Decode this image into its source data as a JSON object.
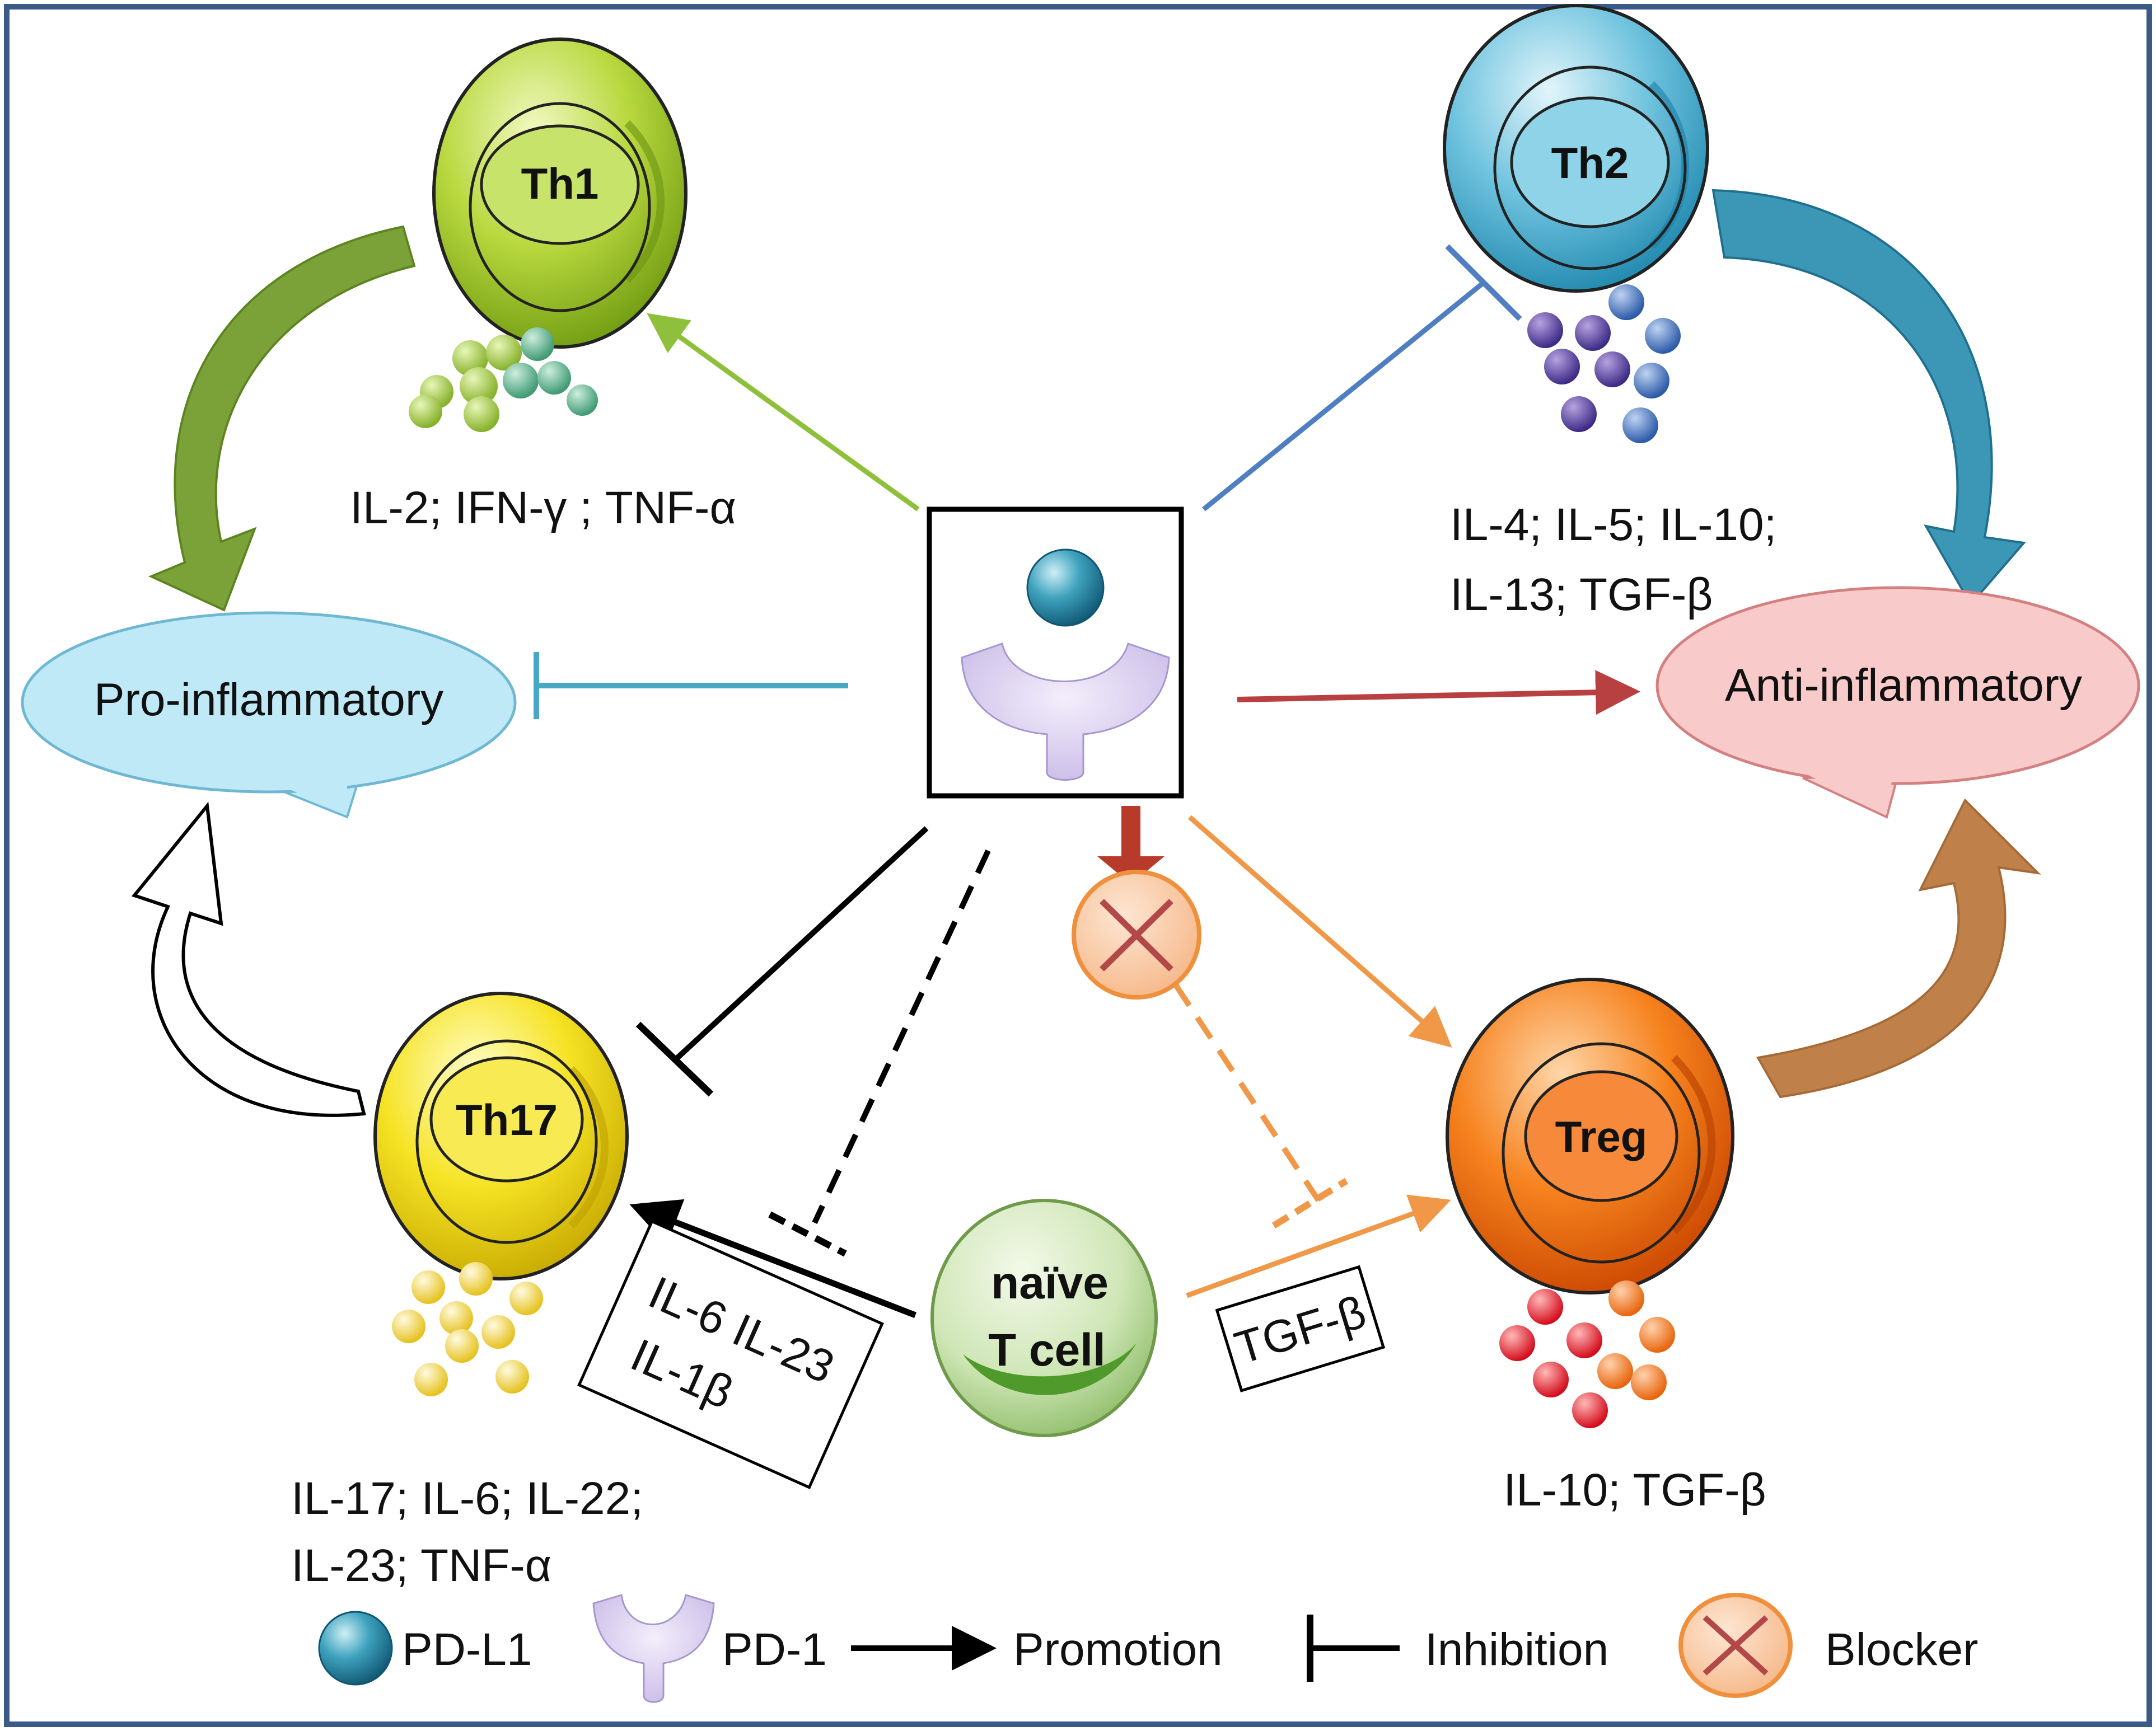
{
  "cells": {
    "th1": {
      "label": "Th1",
      "cytokines": "IL-2; IFN-γ ; TNF-α"
    },
    "th2": {
      "label": "Th2",
      "cytokines_line1": "IL-4; IL-5; IL-10;",
      "cytokines_line2": "IL-13; TGF-β"
    },
    "th17": {
      "label": "Th17",
      "cytokines_line1": "IL-17; IL-6; IL-22;",
      "cytokines_line2": "IL-23; TNF-α"
    },
    "treg": {
      "label": "Treg",
      "cytokines": "IL-10; TGF-β"
    },
    "naive": {
      "label_line1": "naïve",
      "label_line2": "T cell"
    }
  },
  "states": {
    "pro_inflammatory": "Pro-inflammatory",
    "anti_inflammatory": "Anti-inflammatory"
  },
  "boxes": {
    "th17_inducers_line1": "IL-6 IL-23",
    "th17_inducers_line2": "IL-1β",
    "treg_inducer": "TGF-β"
  },
  "legend": {
    "pdl1": "PD-L1",
    "pd1": "PD-1",
    "promotion": "Promotion",
    "inhibition": "Inhibition",
    "blocker": "Blocker"
  },
  "colors": {
    "th1": "#9cc32e",
    "th2": "#37a6c9",
    "th17": "#f0d400",
    "treg": "#f06a10",
    "naive": "#8fc070",
    "pro_bubble": "#bfe9f7",
    "anti_bubble": "#f9caca",
    "frame": "#3a5a88"
  }
}
